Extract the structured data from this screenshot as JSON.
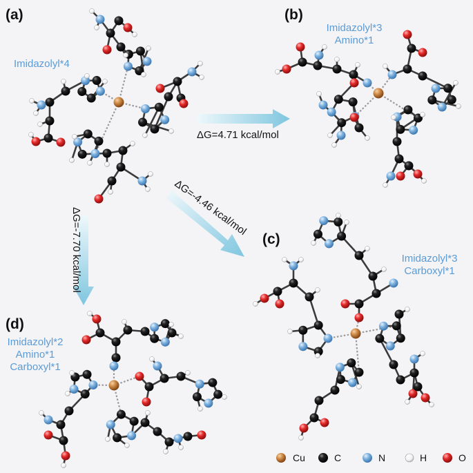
{
  "panels": {
    "a": {
      "label": "(a)",
      "lines": [
        "Imidazolyl*4"
      ]
    },
    "b": {
      "label": "(b)",
      "lines": [
        "Imidazolyl*3",
        "Amino*1"
      ]
    },
    "c": {
      "label": "(c)",
      "lines": [
        "Imidazolyl*3",
        "Carboxyl*1"
      ]
    },
    "d": {
      "label": "(d)",
      "lines": [
        "Imidazolyl*2",
        "Amino*1",
        "Carboxyl*1"
      ]
    }
  },
  "transitions": {
    "ab": "ΔG=4.71 kcal/mol",
    "ac": "ΔG=-4.46 kcal/mol",
    "ad": "ΔG=-7.70 kcal/mol"
  },
  "legend": [
    {
      "symbol": "Cu",
      "color": "#c8803e",
      "icon": "copper-atom-icon"
    },
    {
      "symbol": "C",
      "color": "#111111",
      "icon": "carbon-atom-icon"
    },
    {
      "symbol": "N",
      "color": "#6fa8dc",
      "icon": "nitrogen-atom-icon"
    },
    {
      "symbol": "H",
      "color": "#ffffff",
      "icon": "hydrogen-atom-icon"
    },
    {
      "symbol": "O",
      "color": "#e02020",
      "icon": "oxygen-atom-icon"
    }
  ],
  "colors": {
    "Cu": "#c8803e",
    "C": "#111111",
    "N": "#6fa8dc",
    "H": "#ffffff",
    "O": "#e02020",
    "label_blue": "#5b9bd5",
    "arrow_start": "#eef8fb",
    "arrow_end": "#7fc6df"
  }
}
